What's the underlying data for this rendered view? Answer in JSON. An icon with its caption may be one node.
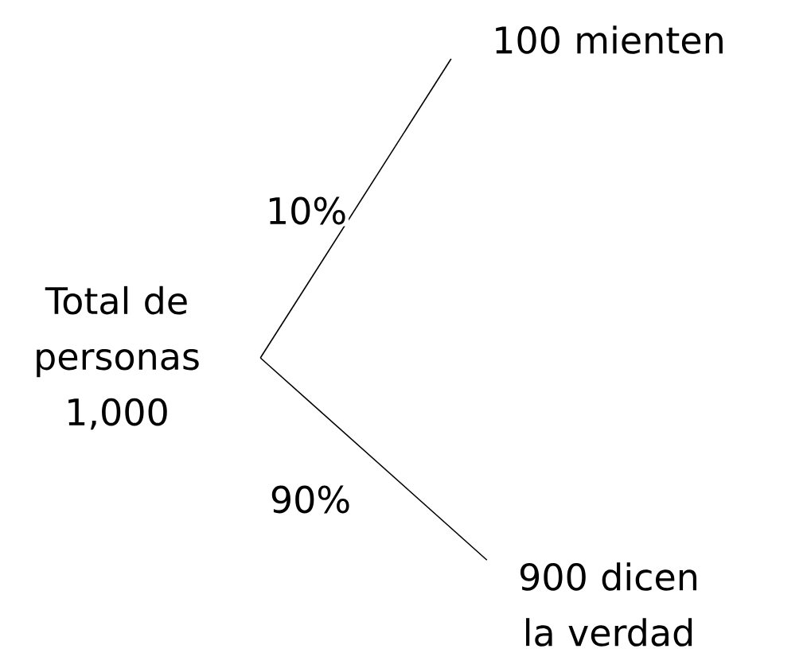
{
  "diagram": {
    "nodes": [
      {
        "text": [
          "Total de personas 1,000"
        ]
      },
      {
        "text": [
          "100 mienten"
        ]
      },
      {
        "text": [
          "900 dicen la verdad"
        ]
      }
    ],
    "edges": [
      {
        "from": 0,
        "to": 1,
        "arrow": "none",
        "label": "10%"
      },
      {
        "from": 0,
        "to": 2,
        "arrow": "none",
        "label": "90%"
      }
    ]
  }
}
